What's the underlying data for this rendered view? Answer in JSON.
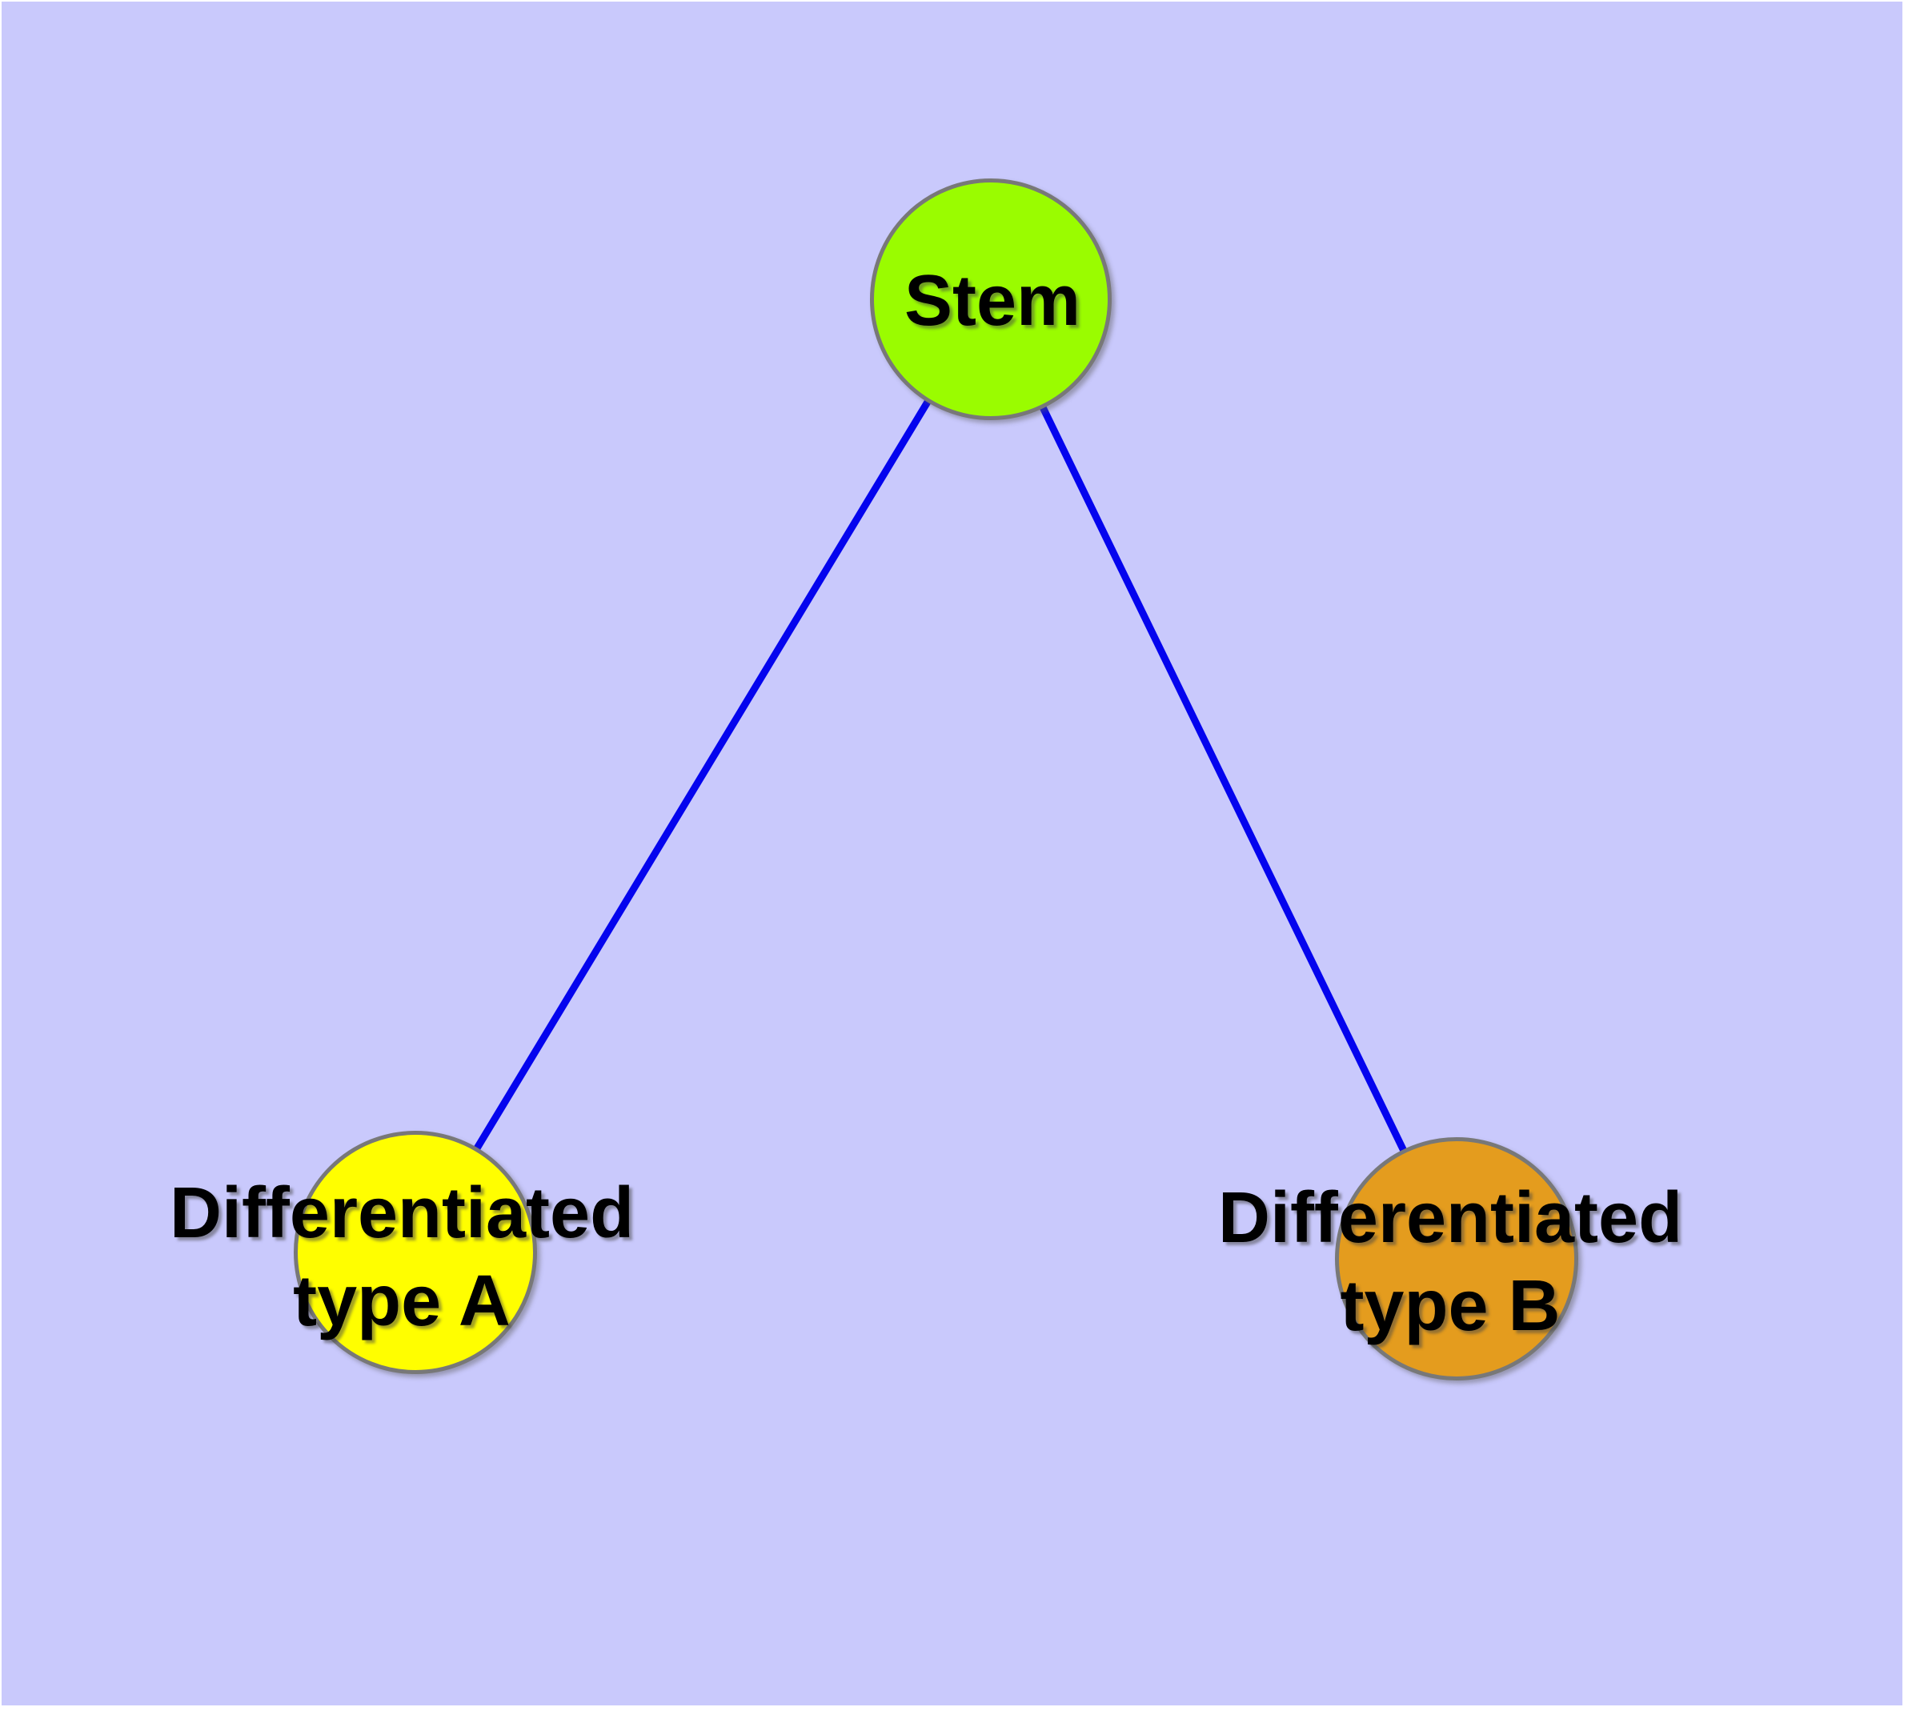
{
  "diagram": {
    "type": "graph",
    "background_color": "#c9c9fc",
    "edge_color": "#0404ee",
    "node_border_color": "#787878",
    "nodes": [
      {
        "id": "stem",
        "label": "Stem",
        "lines": [
          "Stem"
        ],
        "fill_color": "#9afc00",
        "shape": "circle"
      },
      {
        "id": "differentiated-type-a",
        "label": "Differentiated type A",
        "lines": [
          "Differentiated",
          "type A"
        ],
        "fill_color": "#fffe00",
        "shape": "circle"
      },
      {
        "id": "differentiated-type-b",
        "label": "Differentiated type B",
        "lines": [
          "Differentiated",
          "type B"
        ],
        "fill_color": "#e49c1e",
        "shape": "circle"
      }
    ],
    "edges": [
      {
        "from": "stem",
        "to": "differentiated-type-a",
        "color": "#0404ee",
        "directed": false
      },
      {
        "from": "stem",
        "to": "differentiated-type-b",
        "color": "#0404ee",
        "directed": false
      }
    ]
  }
}
